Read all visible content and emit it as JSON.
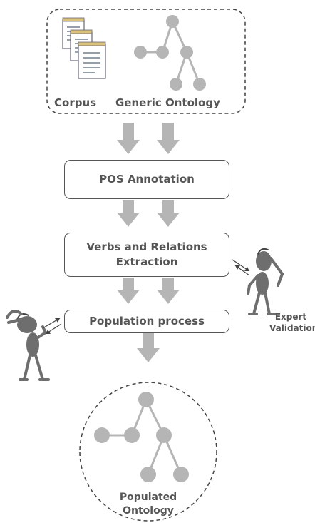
{
  "diagram": {
    "inputs": {
      "corpus_label": "Corpus",
      "ontology_label": "Generic Ontology"
    },
    "steps": [
      {
        "label": "POS Annotation"
      },
      {
        "label_line1": "Verbs and Relations",
        "label_line2": "Extraction"
      },
      {
        "label": "Population process"
      }
    ],
    "expert_label_line1": "Expert",
    "expert_label_line2": "Validation",
    "output_label_line1": "Populated",
    "output_label_line2": "Ontology"
  },
  "colors": {
    "arrow": "#b5b5b5",
    "node": "#b5b5b5",
    "text": "#555555",
    "figure": "#6e6e6e"
  }
}
